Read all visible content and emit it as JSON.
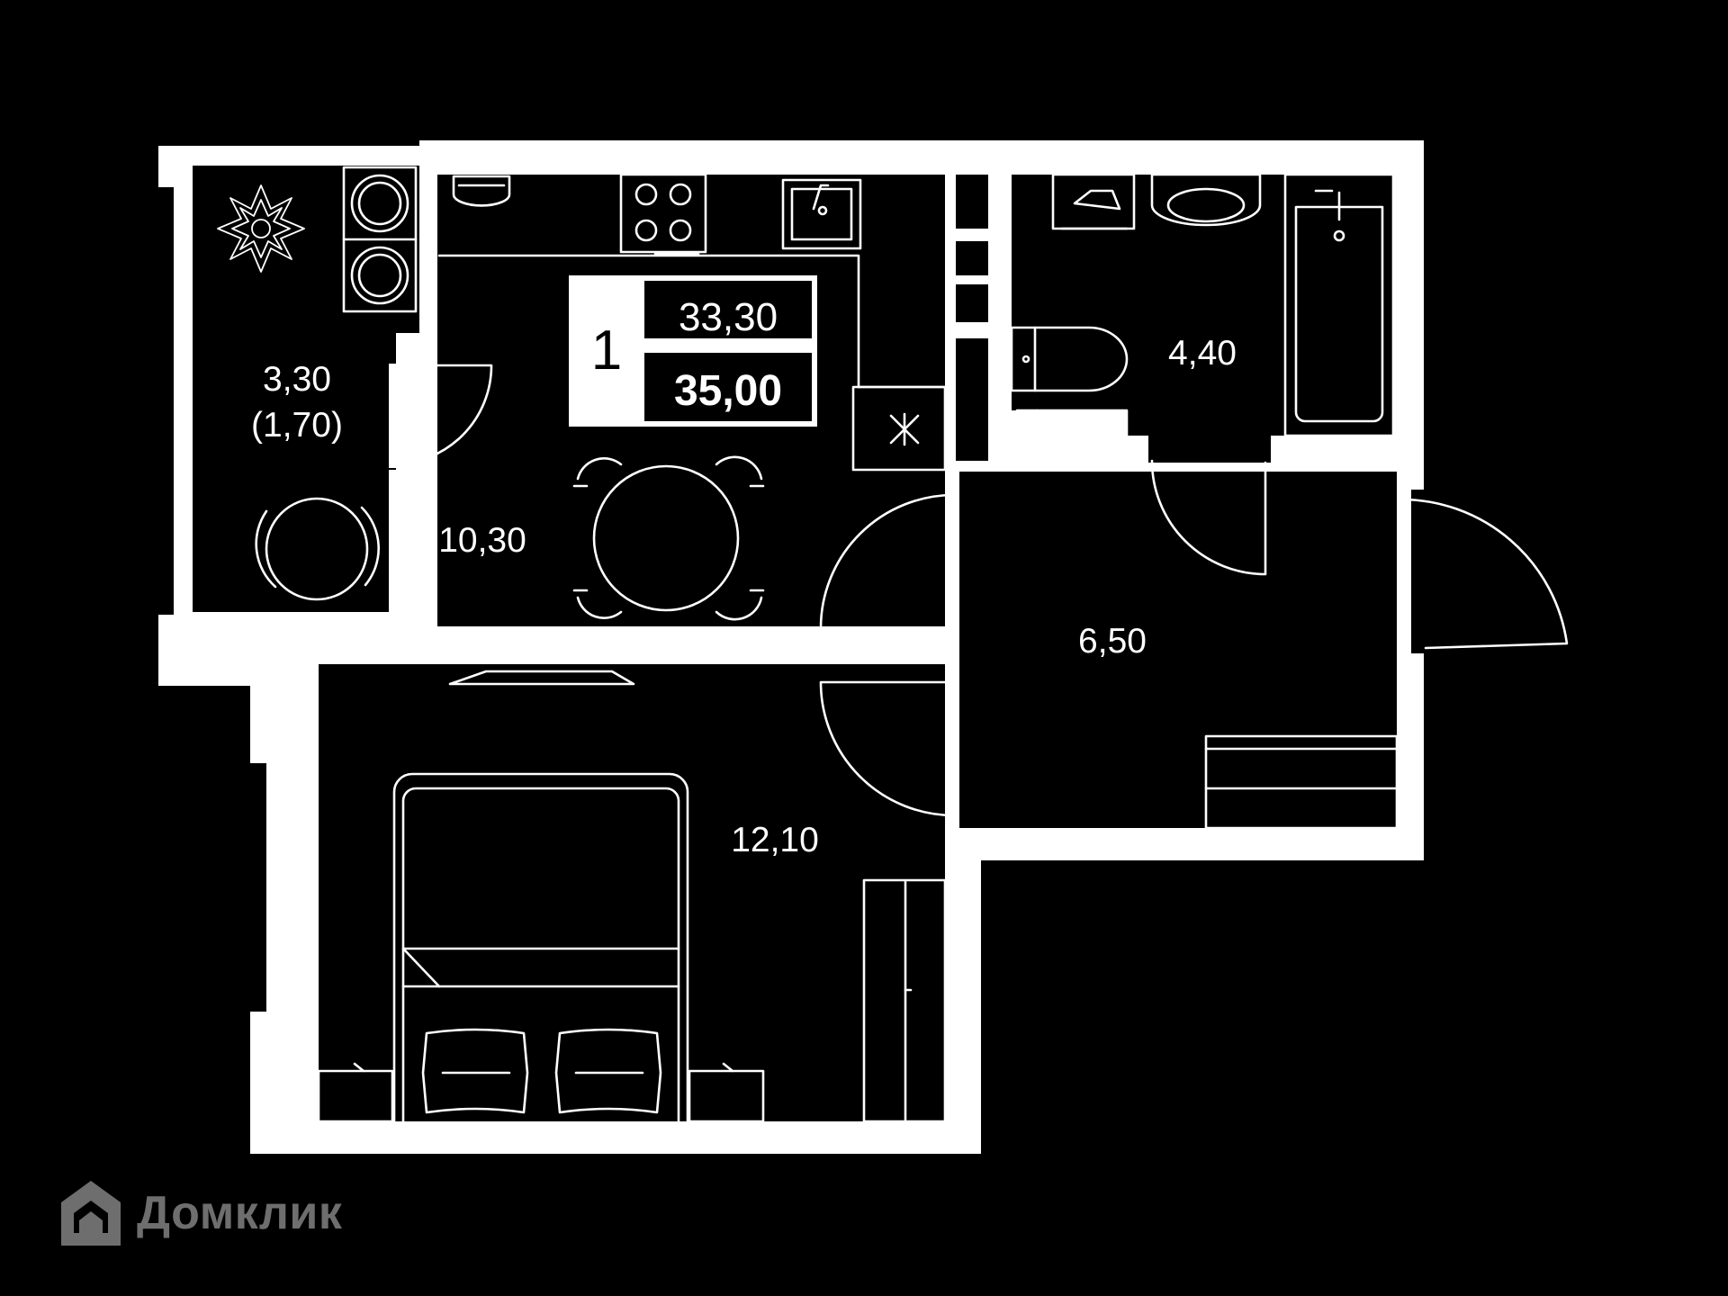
{
  "badge": {
    "rooms": "1",
    "area_living": "33,30",
    "area_total": "35,00"
  },
  "rooms": {
    "balcony_area": "3,30",
    "balcony_area_reduced": "(1,70)",
    "kitchen_area": "10,30",
    "bathroom_area": "4,40",
    "hallway_area": "6,50",
    "bedroom_area": "12,10"
  },
  "watermark": {
    "text": "Домклик"
  },
  "colors": {
    "background": "#000000",
    "walls": "#ffffff",
    "watermark": "#6e6e6e"
  }
}
